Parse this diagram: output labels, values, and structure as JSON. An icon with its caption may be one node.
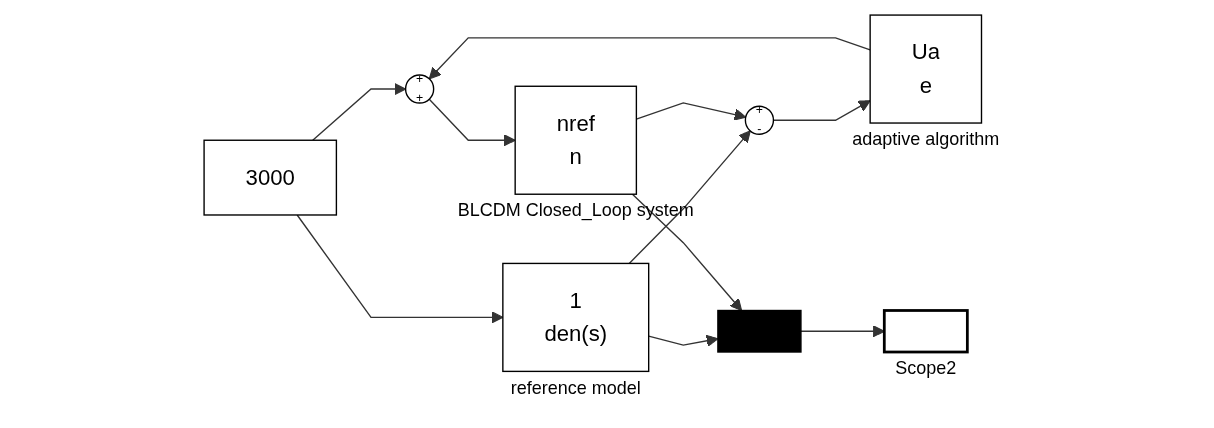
{
  "diagram": {
    "nodes": [
      {
        "text": [
          "3000"
        ]
      },
      {
        "text": [
          "1",
          "den(s)"
        ],
        "beside": [
          "reference model"
        ]
      },
      {
        "text": [
          "+",
          "+"
        ]
      },
      {
        "text": [
          "Ua",
          "e"
        ],
        "beside": [
          "adaptive algorithm"
        ]
      },
      {
        "text": [
          "+",
          "-"
        ]
      },
      {
        "text": [
          "nref",
          "n"
        ],
        "beside": [
          "BLCDM Closed_Loop system"
        ]
      },
      {
        "text": [],
        "shape": "bar"
      },
      {
        "text": [],
        "shape": "box",
        "beside": [
          "Scope2"
        ]
      }
    ],
    "edges": [
      {
        "from": 0,
        "to": 2,
        "arrow": "to"
      },
      {
        "from": 0,
        "to": 1,
        "arrow": "to"
      },
      {
        "from": 1,
        "to": 4,
        "arrow": "to"
      },
      {
        "from": 1,
        "to": 6,
        "arrow": "to"
      },
      {
        "from": 5,
        "to": 4,
        "arrow": "to"
      },
      {
        "from": 5,
        "to": 6,
        "arrow": "to"
      },
      {
        "from": 4,
        "to": 3,
        "arrow": "to"
      },
      {
        "from": 3,
        "to": 2,
        "arrow": "to"
      },
      {
        "from": 2,
        "to": 5,
        "arrow": "to"
      },
      {
        "from": 6,
        "to": 7,
        "arrow": "to"
      }
    ]
  }
}
